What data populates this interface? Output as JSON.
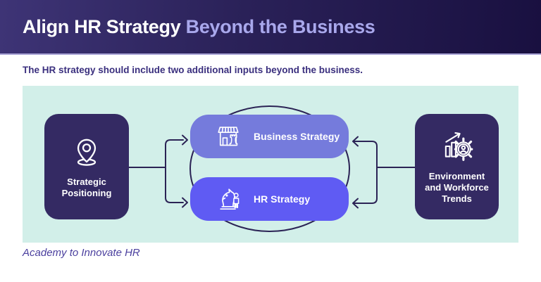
{
  "header": {
    "title_main": "Align HR Strategy ",
    "title_accent": "Beyond the Business"
  },
  "subtitle": "The HR strategy should include two additional inputs beyond the business.",
  "footer": "Academy to Innovate HR",
  "diagram": {
    "nodes": {
      "strategic": {
        "label": "Strategic Positioning",
        "icon": "location-pin-icon"
      },
      "business": {
        "label": "Business Strategy",
        "icon": "storefront-chess-icon"
      },
      "hr": {
        "label": "HR Strategy",
        "icon": "chess-knight-person-icon"
      },
      "environment": {
        "label": "Environment and Workforce Trends",
        "icon": "chart-gear-person-icon"
      }
    },
    "edges": [
      {
        "from": "strategic",
        "to": "business",
        "direction": "right"
      },
      {
        "from": "strategic",
        "to": "hr",
        "direction": "right"
      },
      {
        "from": "environment",
        "to": "business",
        "direction": "left"
      },
      {
        "from": "environment",
        "to": "hr",
        "direction": "left"
      }
    ],
    "background_shape": "ellipse-outline-behind-center-boxes"
  },
  "colors": {
    "header_gradient_left": "#3E3476",
    "header_gradient_right": "#191040",
    "header_underline": "#A9A4D6",
    "title_main": "#FFFFFF",
    "title_accent": "#A9A8EC",
    "subtitle_text": "#3A2F7E",
    "panel_mint": "#D2EFE9",
    "node_dark": "#342A63",
    "node_business": "#757BDC",
    "node_hr": "#5F5BF3",
    "connector_stroke": "#2B2355",
    "footer_text": "#4A3F9E"
  }
}
